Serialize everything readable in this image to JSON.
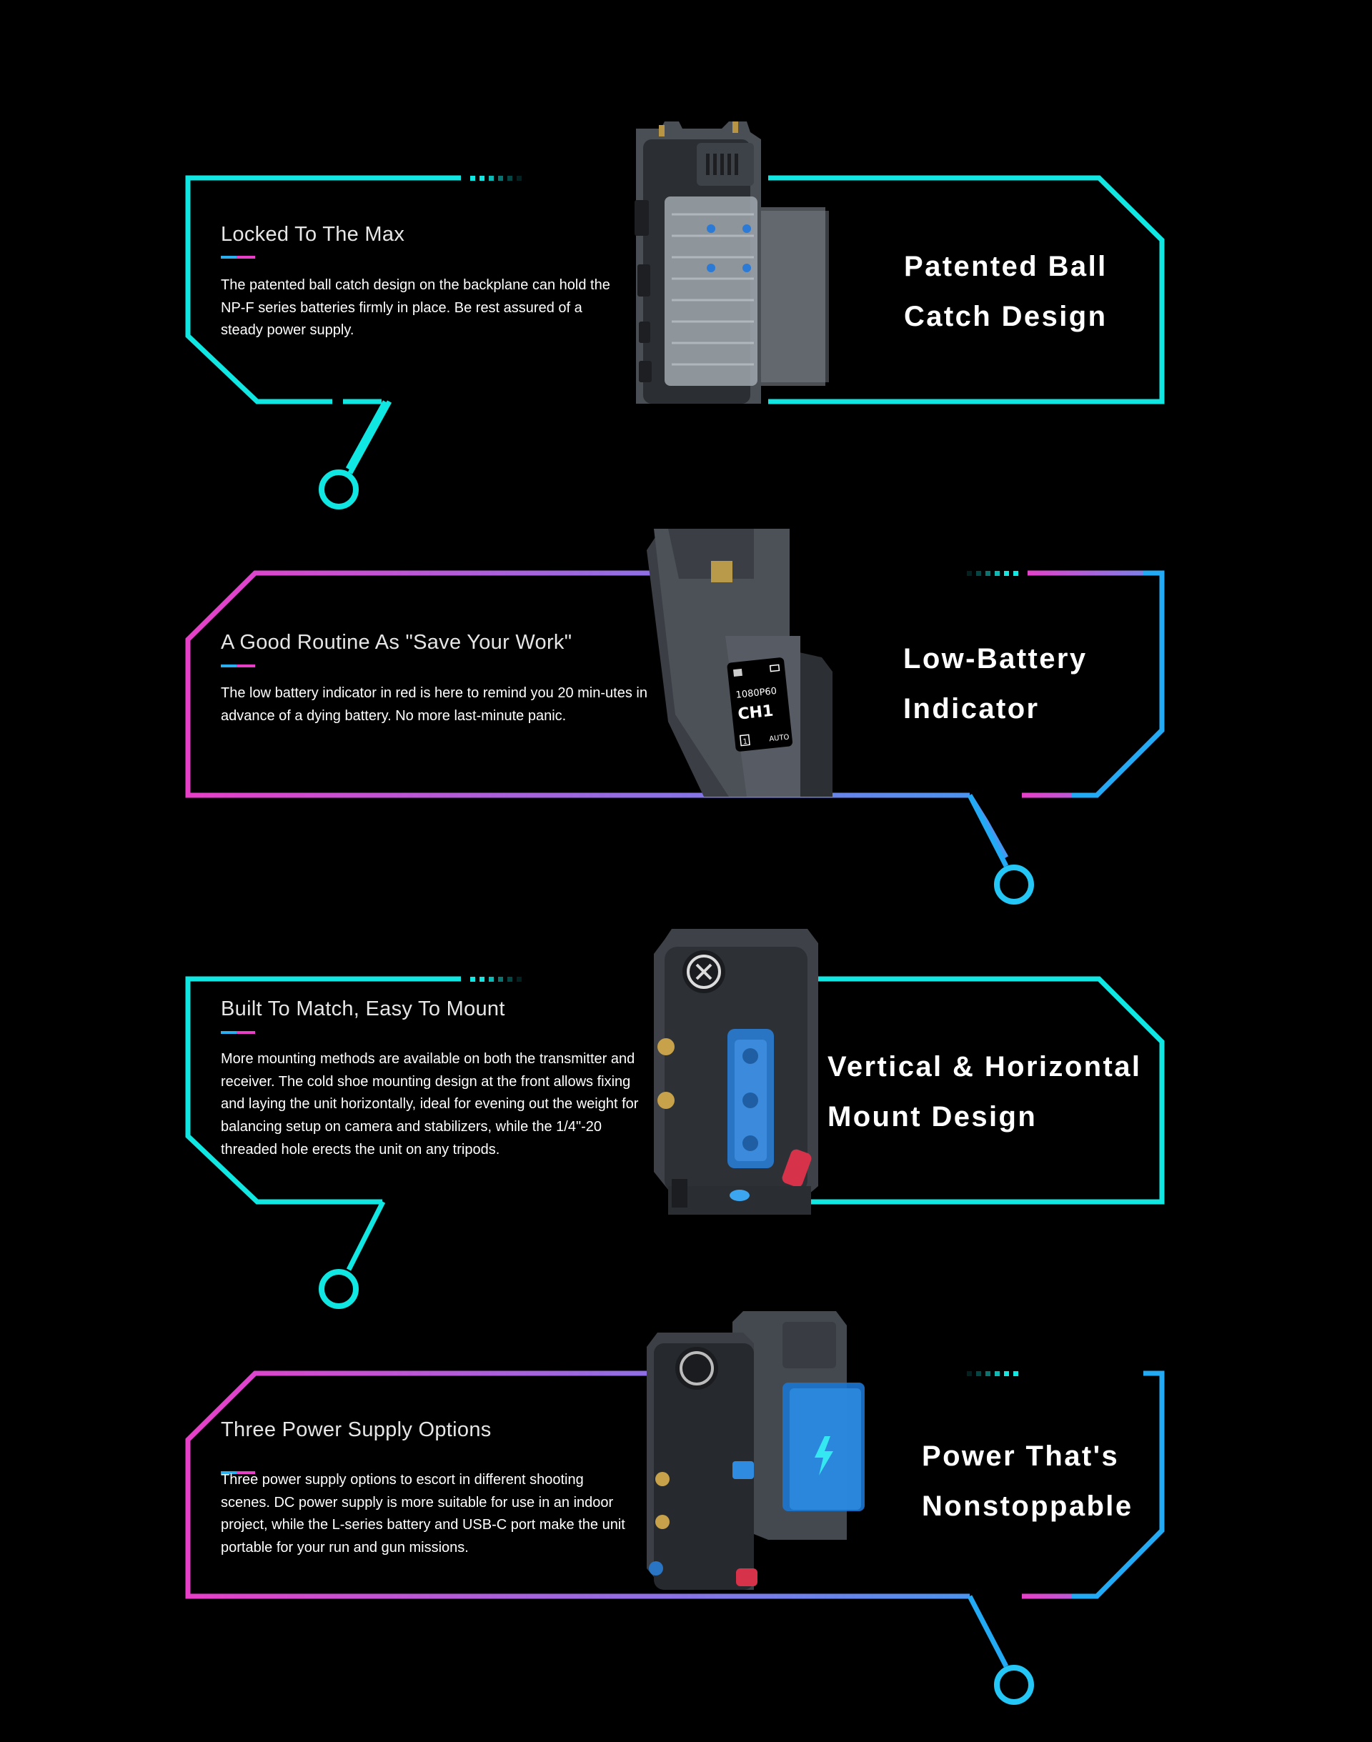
{
  "colors": {
    "background": "#000000",
    "cyan": "#10e6e2",
    "magenta": "#e83fc8",
    "blue": "#23aaf5"
  },
  "sections": [
    {
      "title": "Locked To The Max",
      "body": "The patented ball catch design on the backplane can hold the NP-F series batteries firmly in place. Be rest assured of a steady power supply.",
      "headline_1": "Patented Ball",
      "headline_2": "Catch Design"
    },
    {
      "title": "A Good Routine As \"Save Your Work\"",
      "body": "The low battery indicator in red is here to remind you 20 min-utes in advance of a dying battery. No more last-minute panic.",
      "headline_1": "Low-Battery",
      "headline_2": "Indicator",
      "screen": {
        "resolution": "1080P60",
        "channel": "CH1",
        "mode": "AUTO",
        "index": "1"
      }
    },
    {
      "title": "Built To Match, Easy To Mount",
      "body": "More mounting methods are available on both the transmitter and receiver. The cold shoe mounting design at the front allows fixing and laying the unit horizontally, ideal for evening out the weight for balancing setup on camera and stabilizers, while the 1/4\"-20 threaded hole erects the unit on any tripods.",
      "headline_1": "Vertical & Horizontal",
      "headline_2": "Mount Design"
    },
    {
      "title": "Three Power Supply Options",
      "body": "Three power supply options to escort in different shooting scenes. DC power supply is more suitable for use in an indoor project, while the L-series battery and USB-C port make the unit portable for your run and gun missions.",
      "headline_1": "Power That's",
      "headline_2": "Nonstoppable"
    }
  ]
}
